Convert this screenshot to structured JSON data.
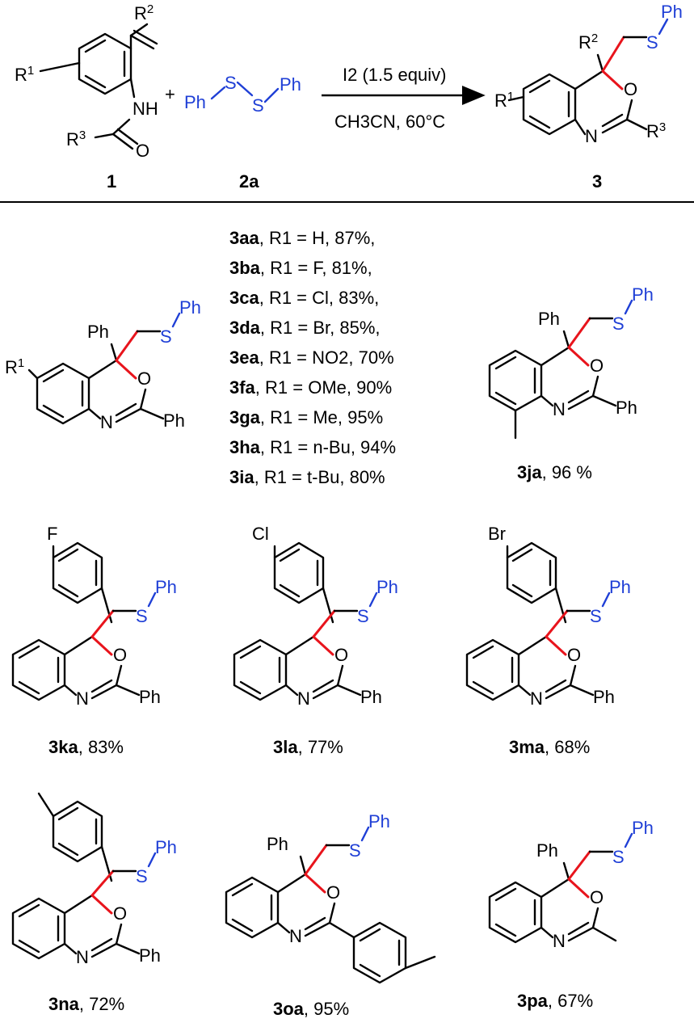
{
  "colors": {
    "bond": "#000000",
    "new_bond": "#e8141c",
    "sulfur_group": "#1f3fd6"
  },
  "reaction": {
    "reactant1_label": "1",
    "reactant2_label": "2a",
    "product_label": "3",
    "plus": "+",
    "reagent": "I2 (1.5 equiv)",
    "conditions": "CH3CN, 60°C"
  },
  "series_list": [
    {
      "id": "3aa",
      "text": ", R1 = H, 87%,"
    },
    {
      "id": "3ba",
      "text": ", R1 = F, 81%,"
    },
    {
      "id": "3ca",
      "text": ", R1 = Cl, 83%,"
    },
    {
      "id": "3da",
      "text": ", R1 = Br, 85%,"
    },
    {
      "id": "3ea",
      "text": ", R1 = NO2, 70%"
    },
    {
      "id": "3fa",
      "text": ", R1 = OMe, 90%"
    },
    {
      "id": "3ga",
      "text": ", R1 = Me, 95%"
    },
    {
      "id": "3ha",
      "text": ", R1 = n-Bu, 94%"
    },
    {
      "id": "3ia",
      "text": ", R1 = t-Bu, 80%"
    }
  ],
  "products": [
    {
      "id": "3ja",
      "yield": ", 96 %"
    },
    {
      "id": "3ka",
      "yield": ", 83%"
    },
    {
      "id": "3la",
      "yield": ", 77%"
    },
    {
      "id": "3ma",
      "yield": ", 68%"
    },
    {
      "id": "3na",
      "yield": ", 72%"
    },
    {
      "id": "3oa",
      "yield": ", 95%"
    },
    {
      "id": "3pa",
      "yield": ", 67%"
    }
  ],
  "atoms": {
    "N": "N",
    "O": "O",
    "S": "S",
    "Ph": "Ph",
    "NH": "NH",
    "F": "F",
    "Cl": "Cl",
    "Br": "Br"
  }
}
